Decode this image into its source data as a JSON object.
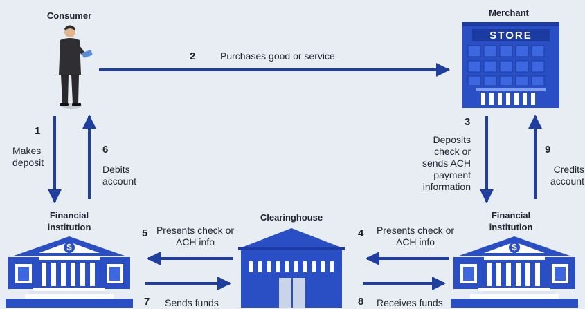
{
  "labels": {
    "consumer": "Consumer",
    "merchant": "Merchant",
    "store_sign": "STORE",
    "clearinghouse": "Clearinghouse",
    "fi_left": "Financial institution",
    "fi_right": "Financial institution"
  },
  "steps": [
    {
      "num": "1",
      "text": "Makes deposit"
    },
    {
      "num": "2",
      "text": "Purchases good or service"
    },
    {
      "num": "3",
      "text": "Deposits check or sends ACH payment information"
    },
    {
      "num": "4",
      "text": "Presents check or ACH info"
    },
    {
      "num": "5",
      "text": "Presents check or ACH info"
    },
    {
      "num": "6",
      "text": "Debits account"
    },
    {
      "num": "7",
      "text": "Sends funds"
    },
    {
      "num": "8",
      "text": "Receives funds"
    },
    {
      "num": "9",
      "text": "Credits account"
    }
  ],
  "bank_symbol": "$",
  "colors": {
    "arrow": "#1f3f9f",
    "building": "#2a4fc4",
    "building_light": "#ffffff",
    "text": "#1d2430"
  }
}
